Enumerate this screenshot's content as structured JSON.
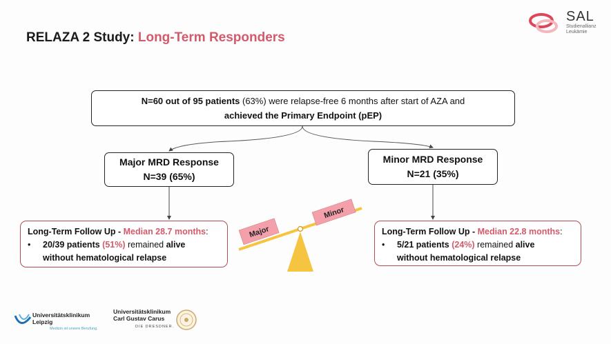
{
  "title": {
    "prefix": "RELAZA 2 Study: ",
    "accent": "Long-Term Responders"
  },
  "logo": {
    "name": "SAL",
    "sub_line1": "Studienallianz",
    "sub_line2": "Leukämie"
  },
  "top_box": {
    "bold1": "N=60 out of 95 patients",
    "text1": " (63%) were relapse-free 6 months after start of AZA and",
    "bold2": "achieved the Primary Endpoint (pEP)"
  },
  "major_box": {
    "line1": "Major MRD Response",
    "line2": "N=39 (65%)"
  },
  "minor_box": {
    "line1": "Minor MRD Response",
    "line2": "N=21 (35%)"
  },
  "fu_left": {
    "label": "Long-Term Follow Up - ",
    "median": "Median 28.7 months",
    "colon": ":",
    "bullet": "•",
    "count": "20/39 patients",
    "pct": " (51%)",
    "remained": " remained ",
    "alive": "alive",
    "line2": "without hematological relapse"
  },
  "fu_right": {
    "label": "Long-Term Follow Up - ",
    "median": "Median 22.8 months",
    "colon": ":",
    "bullet": "•",
    "count": "5/21 patients",
    "pct": " (24%)",
    "remained": " remained ",
    "alive": "alive",
    "line2": "without hematological relapse"
  },
  "seesaw": {
    "left_label": "Major",
    "right_label": "Minor"
  },
  "footer": {
    "leipzig_line1": "Universitätsklinikum",
    "leipzig_line2": "Leipzig",
    "leipzig_tag": "Medizin ist unsere Berufung.",
    "dresden_line1": "Universitätsklinikum",
    "dresden_line2": "Carl Gustav Carus",
    "dresden_line3": "DIE DRESDNER."
  },
  "colors": {
    "accent": "#d35a6a",
    "box_border_red": "#b24a55",
    "seesaw_yellow": "#f5c542",
    "label_pink": "#f4a0aa"
  }
}
